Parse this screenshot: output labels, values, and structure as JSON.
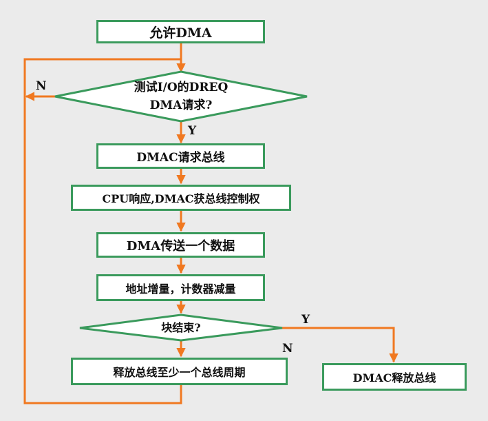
{
  "colors": {
    "background": "#ebebeb",
    "box_border": "#3a9a5c",
    "box_fill": "#ffffff",
    "arrow": "#f07820",
    "text": "#111111"
  },
  "nodes": {
    "allow_dma": "允许DMA",
    "test_dreq_line1": "测试I/O的DREQ",
    "test_dreq_line2": "DMA请求?",
    "dmac_request_bus": "DMAC请求总线",
    "cpu_respond": "CPU响应,DMAC获总线控制权",
    "dma_transfer": "DMA传送一个数据",
    "address_counter": "地址增量，计数器减量",
    "block_end": "块结束?",
    "release_one_cycle": "释放总线至少一个总线周期",
    "dmac_release": "DMAC释放总线"
  },
  "labels": {
    "test_no": "N",
    "test_yes": "Y",
    "block_yes": "Y",
    "block_no": "N"
  }
}
